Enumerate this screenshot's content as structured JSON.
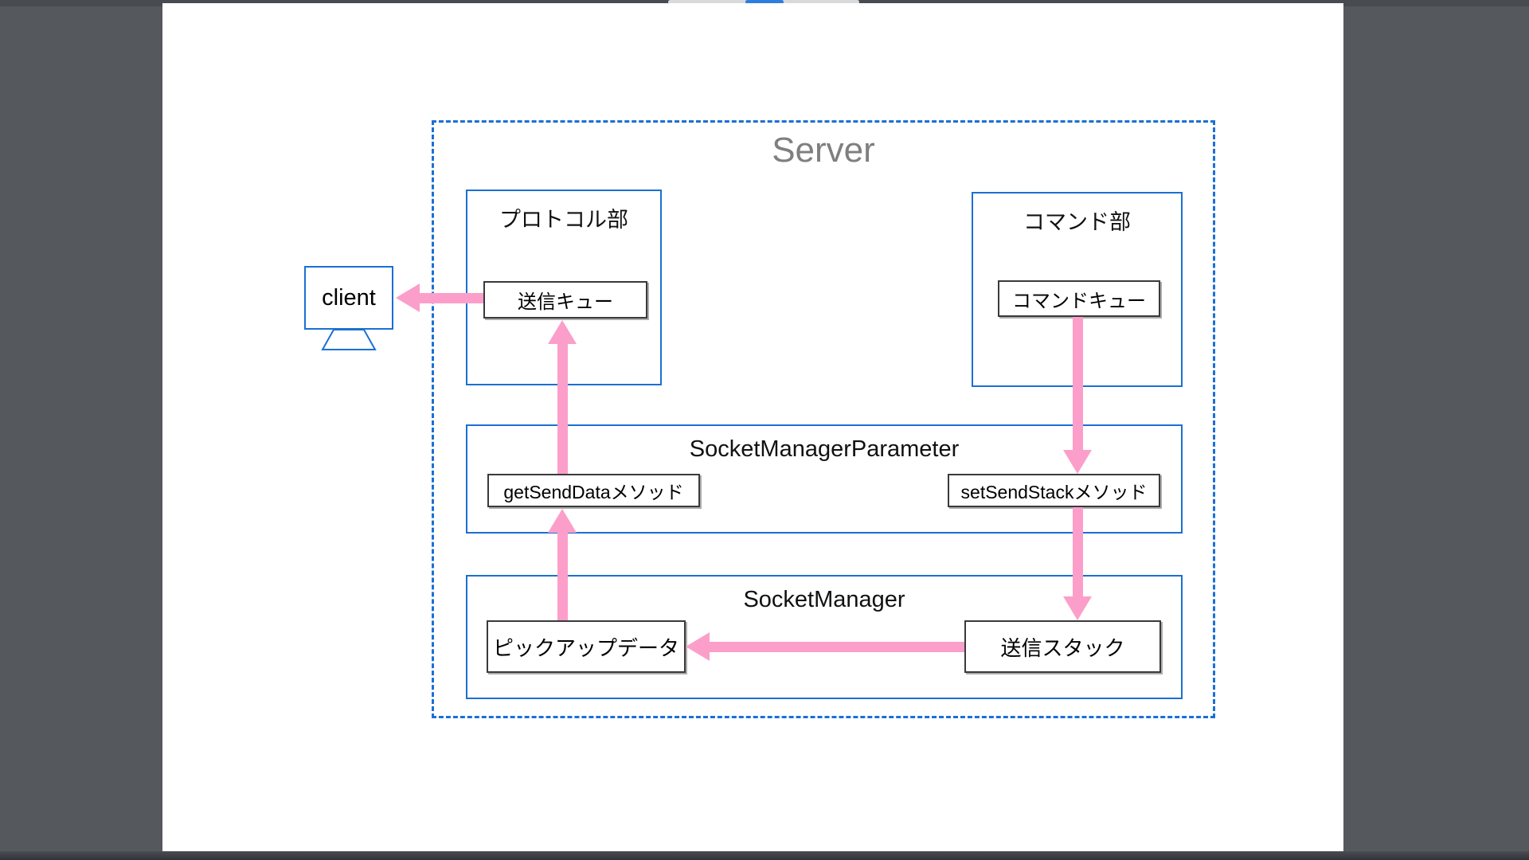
{
  "colors": {
    "accent-blue": "#1b70d2",
    "arrow-pink": "#fb9fca",
    "server-title-gray": "#7f7f7f",
    "desk-gray": "#55585c",
    "scroll-thumb": "#2e7de0"
  },
  "diagram": {
    "server_title": "Server",
    "client_label": "client",
    "protocol_section_title": "プロトコル部",
    "send_queue_label": "送信キュー",
    "command_section_title": "コマンド部",
    "command_queue_label": "コマンドキュー",
    "smp_title": "SocketManagerParameter",
    "get_send_data_label": "getSendDataメソッド",
    "set_send_stack_label": "setSendStackメソッド",
    "sm_title": "SocketManager",
    "pickup_data_label": "ピックアップデータ",
    "send_stack_label": "送信スタック",
    "connections": [
      {
        "from": "送信キュー",
        "to": "client",
        "direction": "left"
      },
      {
        "from": "getSendDataメソッド",
        "to": "送信キュー",
        "direction": "up"
      },
      {
        "from": "ピックアップデータ",
        "to": "getSendDataメソッド",
        "direction": "up"
      },
      {
        "from": "コマンドキュー",
        "to": "setSendStackメソッド",
        "direction": "down"
      },
      {
        "from": "setSendStackメソッド",
        "to": "送信スタック",
        "direction": "down"
      },
      {
        "from": "送信スタック",
        "to": "ピックアップデータ",
        "direction": "left"
      }
    ]
  }
}
